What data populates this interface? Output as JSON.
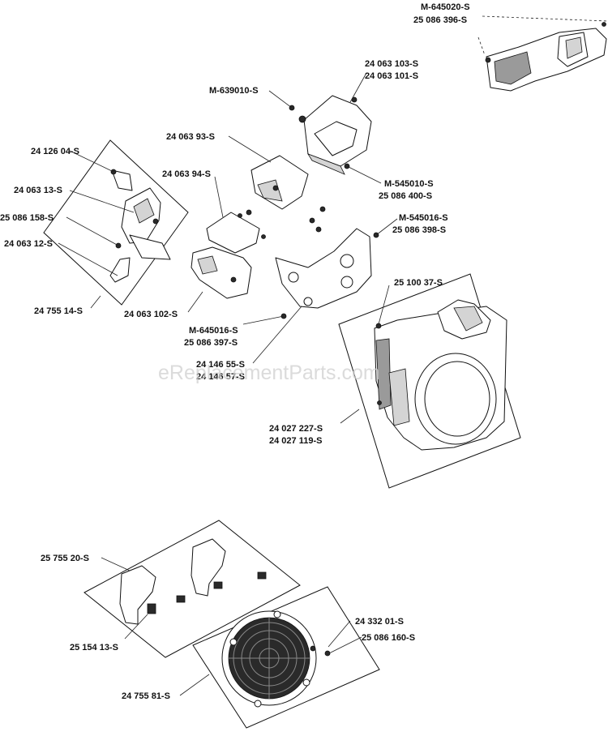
{
  "watermark": "eReplacementParts.com",
  "labels": {
    "m645020": "M-645020-S",
    "p25086396": "25 086 396-S",
    "p24063103": "24 063 103-S",
    "p24063101": "24 063 101-S",
    "m639010": "M-639010-S",
    "p2406393": "24 063 93-S",
    "p2412604": "24 126 04-S",
    "p2406394": "24 063 94-S",
    "p2406313": "24 063 13-S",
    "m545010": "M-545010-S",
    "p25086400": "25 086 400-S",
    "p25086158": "25 086 158-S",
    "m545016": "M-545016-S",
    "p25086398": "25 086 398-S",
    "p2406312": "24 063 12-S",
    "p2510037": "25 100 37-S",
    "p2475514": "24 755 14-S",
    "p24063102": "24 063 102-S",
    "m645016": "M-645016-S",
    "p25086397": "25 086 397-S",
    "p2414655": "24 146 55-S",
    "p2414657": "24 146 57-S",
    "p24027227": "24 027 227-S",
    "p24027119": "24 027 119-S",
    "p2575520": "25 755 20-S",
    "p2433201": "24 332 01-S",
    "p25086160": "25 086 160-S",
    "p2515413": "25 154 13-S",
    "p2475581": "24 755 81-S"
  }
}
